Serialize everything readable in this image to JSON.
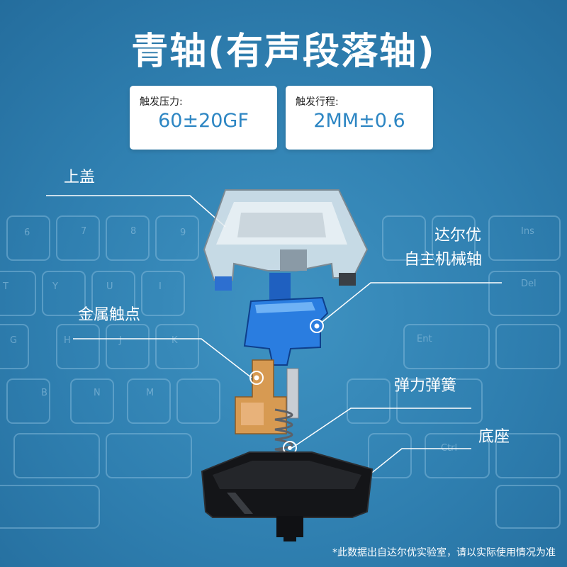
{
  "title": "青轴(有声段落轴)",
  "specs": [
    {
      "label": "触发压力:",
      "value": "60±20GF"
    },
    {
      "label": "触发行程:",
      "value": "2MM±0.6"
    }
  ],
  "callouts": {
    "cap": "上盖",
    "contact": "金属触点",
    "brand_line1": "达尔优",
    "brand_line2": "自主机械轴",
    "spring": "弹力弹簧",
    "base": "底座"
  },
  "footnote": "*此数据出自达尔优实验室，请以实际使用情况为准",
  "keycap_legends": [
    "6",
    "7",
    "8",
    "9",
    "T",
    "Y",
    "U",
    "I",
    "G",
    "H",
    "J",
    "K",
    "B",
    "N",
    "M",
    "Ins",
    "Del",
    "Ent",
    "Ctrl"
  ],
  "colors": {
    "background": "#3a8fc0",
    "stem_blue": "#1f6fd6",
    "accent_text": "#2d86c3",
    "contact_copper": "#d79a52"
  }
}
